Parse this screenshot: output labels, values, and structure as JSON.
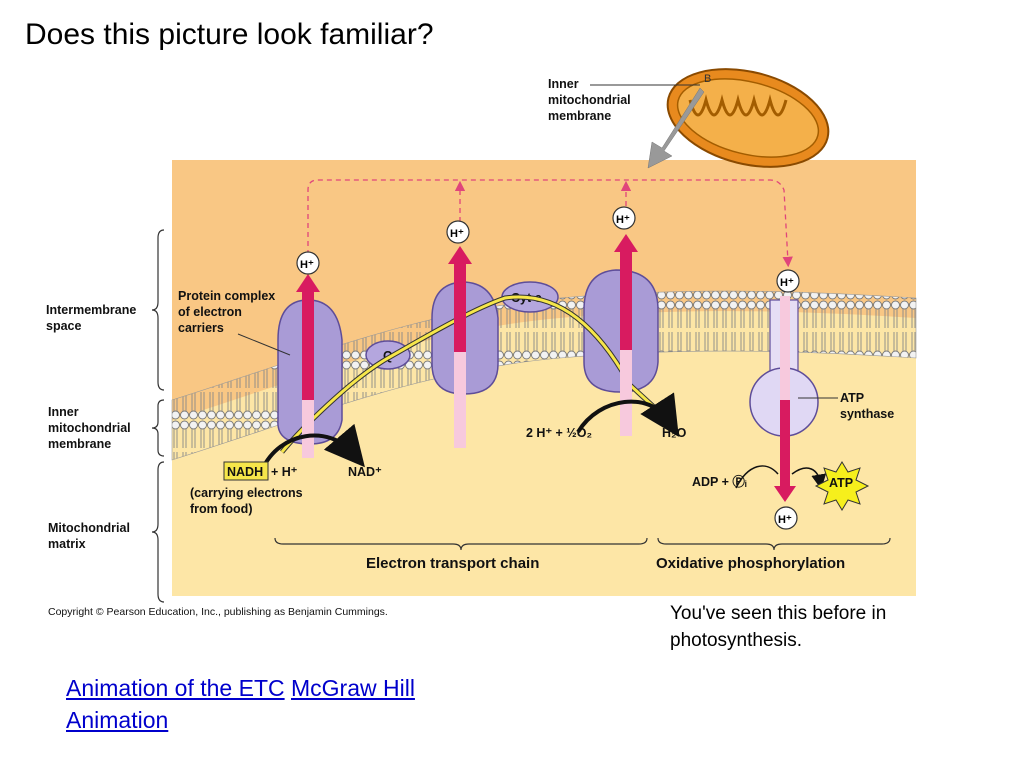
{
  "title": "Does this picture look familiar?",
  "diagram": {
    "inner_membrane_callout": [
      "Inner",
      "mitochondrial",
      "membrane"
    ],
    "callout_small": "B",
    "regions": {
      "intermembrane": [
        "Intermembrane",
        "space"
      ],
      "inner_membrane": [
        "Inner",
        "mitochondrial",
        "membrane"
      ],
      "matrix": [
        "Mitochondrial",
        "matrix"
      ]
    },
    "protein_complex": [
      "Protein complex",
      "of electron",
      "carriers"
    ],
    "q": "Q",
    "cyt_c": "Cyt c",
    "h_plus": "H⁺",
    "nadh": "NADH",
    "nadh_plus": "+ H⁺",
    "nad_plus": "NAD⁺",
    "carrying": [
      "(carrying electrons",
      "from food)"
    ],
    "two_h_half_o2": "2 H⁺ + ½O₂",
    "h2o": "H₂O",
    "atp_synthase": [
      "ATP",
      "synthase"
    ],
    "adp_pi": "ADP + Ⓟᵢ",
    "atp": "ATP",
    "etc_label": "Electron transport chain",
    "oxphos_label": "Oxidative phosphorylation",
    "copyright": "Copyright © Pearson Education, Inc., publishing as Benjamin Cummings."
  },
  "note": "You've seen this before in photosynthesis.",
  "links": {
    "animation": "Animation of the ETC",
    "mcgraw": "McGraw Hill Animation"
  }
}
